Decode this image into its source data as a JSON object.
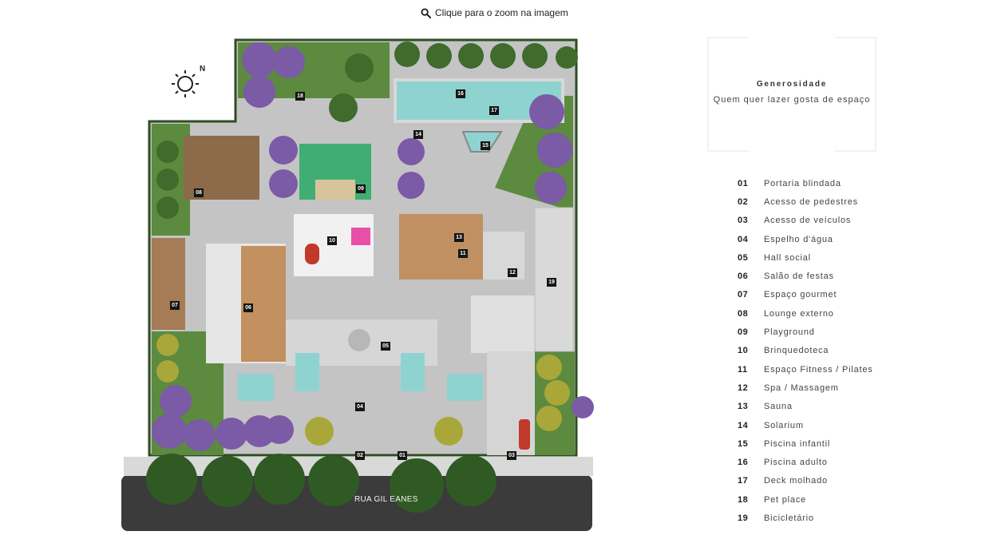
{
  "zoom_hint": {
    "label": "Clique para o zoom na imagem",
    "icon": "search-icon"
  },
  "map": {
    "compass_letter": "N",
    "street_name": "RUA GIL EANES",
    "area_numbers": [
      "01",
      "02",
      "03",
      "04",
      "05",
      "06",
      "07",
      "08",
      "09",
      "10",
      "11",
      "12",
      "13",
      "14",
      "15",
      "16",
      "17",
      "18",
      "19"
    ]
  },
  "info": {
    "title": "Generosidade",
    "subtitle": "Quem quer lazer gosta de espaço"
  },
  "legend": [
    {
      "num": "01",
      "label": "Portaria blindada"
    },
    {
      "num": "02",
      "label": "Acesso de pedestres"
    },
    {
      "num": "03",
      "label": "Acesso de veículos"
    },
    {
      "num": "04",
      "label": "Espelho d'água"
    },
    {
      "num": "05",
      "label": "Hall social"
    },
    {
      "num": "06",
      "label": "Salão de festas"
    },
    {
      "num": "07",
      "label": "Espaço gourmet"
    },
    {
      "num": "08",
      "label": "Lounge externo"
    },
    {
      "num": "09",
      "label": "Playground"
    },
    {
      "num": "10",
      "label": "Brinquedoteca"
    },
    {
      "num": "11",
      "label": "Espaço Fitness / Pilates"
    },
    {
      "num": "12",
      "label": "Spa / Massagem"
    },
    {
      "num": "13",
      "label": "Sauna"
    },
    {
      "num": "14",
      "label": "Solarium"
    },
    {
      "num": "15",
      "label": "Piscina infantil"
    },
    {
      "num": "16",
      "label": "Piscina adulto"
    },
    {
      "num": "17",
      "label": "Deck molhado"
    },
    {
      "num": "18",
      "label": "Pet place"
    },
    {
      "num": "19",
      "label": "Bicicletário"
    }
  ],
  "colors": {
    "lawn": "#5c8a3e",
    "paving": "#bdbdbd",
    "wood": "#b8875a",
    "water": "#8fd3d0",
    "tree_purple": "#7b5aa6",
    "tree_green": "#3f6b2c",
    "street": "#3b3b3b"
  }
}
